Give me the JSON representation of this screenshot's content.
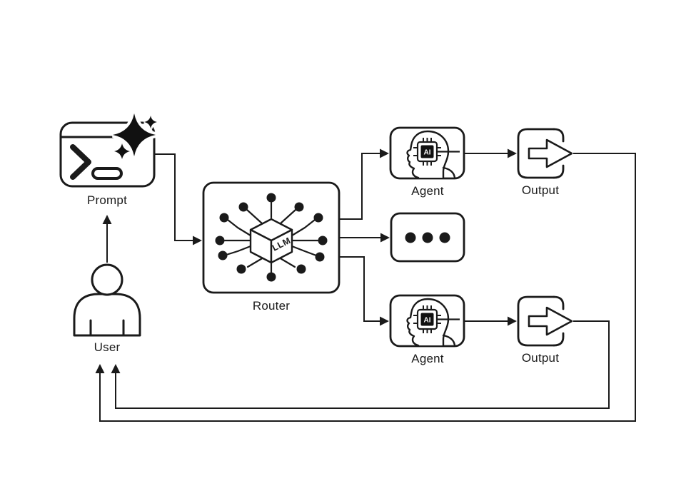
{
  "diagram": {
    "background": "#ffffff",
    "stroke_color": "#1a1a1a",
    "nodes": {
      "prompt": {
        "label": "Prompt"
      },
      "user": {
        "label": "User"
      },
      "router": {
        "label": "Router",
        "cube_text": "LLM"
      },
      "agent_top": {
        "label": "Agent",
        "chip_text": "AI"
      },
      "ellipsis": {
        "symbol": "•••"
      },
      "agent_bottom": {
        "label": "Agent"
      },
      "output_top": {
        "label": "Output"
      },
      "output_bottom": {
        "label": "Output"
      }
    },
    "edges": [
      {
        "from": "user",
        "to": "prompt"
      },
      {
        "from": "prompt",
        "to": "router"
      },
      {
        "from": "router",
        "to": "agent_top"
      },
      {
        "from": "router",
        "to": "ellipsis"
      },
      {
        "from": "router",
        "to": "agent_bottom"
      },
      {
        "from": "agent_top",
        "to": "output_top"
      },
      {
        "from": "agent_bottom",
        "to": "output_bottom"
      },
      {
        "from": "output_top",
        "to": "user"
      },
      {
        "from": "output_bottom",
        "to": "user"
      }
    ]
  }
}
